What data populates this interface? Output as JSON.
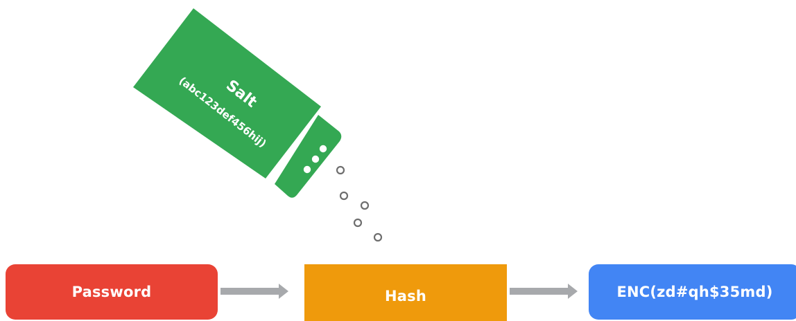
{
  "salt": {
    "title": "Salt",
    "value": "(abc123def456hij)"
  },
  "flow": {
    "input_label": "Password",
    "process_label": "Hash",
    "output_label": "ENC(zd#qh$35md)"
  },
  "colors": {
    "salt_green": "#34A853",
    "password_red": "#E94335",
    "hash_orange": "#EF9A0C",
    "enc_blue": "#4285F4",
    "arrow_gray": "#A7A9AC",
    "grain_gray": "#6E6E6E"
  }
}
